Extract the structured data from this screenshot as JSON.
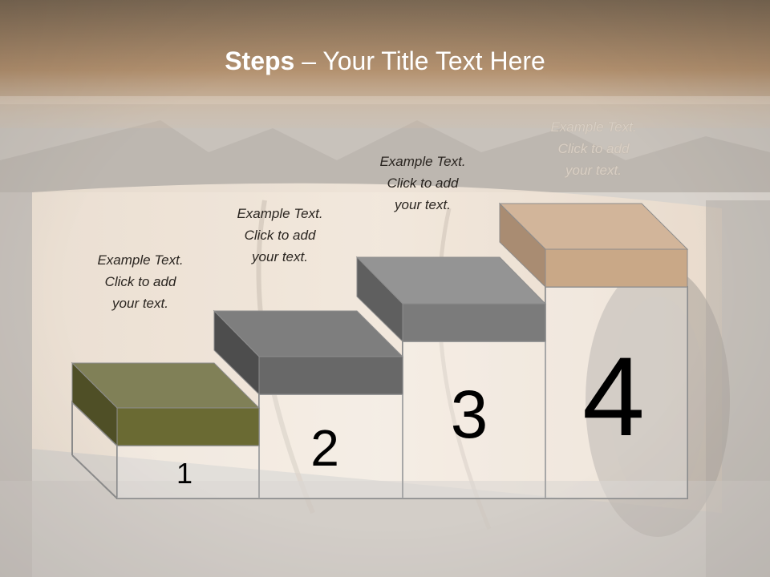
{
  "title": {
    "bold": "Steps",
    "rest": " – Your Title Text Here"
  },
  "steps": [
    {
      "number": "1",
      "caption": [
        "Example Text.",
        "Click  to add",
        "your text."
      ],
      "face": "#6a6a33",
      "top": "#808057",
      "side": "#4f4f26"
    },
    {
      "number": "2",
      "caption": [
        "Example Text.",
        "Click  to add",
        "your text."
      ],
      "face": "#686868",
      "top": "#7e7e7e",
      "side": "#4d4d4d"
    },
    {
      "number": "3",
      "caption": [
        "Example Text.",
        "Click  to add",
        "your text."
      ],
      "face": "#7b7b7b",
      "top": "#949494",
      "side": "#5f5f5f"
    },
    {
      "number": "4",
      "caption": [
        "Example Text.",
        "Click  to add",
        "your text."
      ],
      "face": "#c9a887",
      "top": "#d2b59a",
      "side": "#a98c72"
    }
  ]
}
